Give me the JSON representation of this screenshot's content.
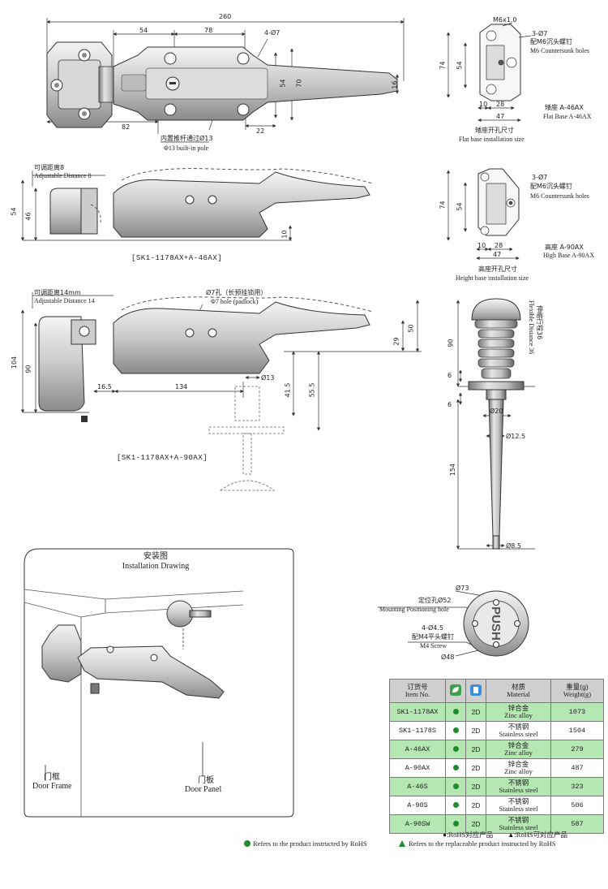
{
  "top_view": {
    "dims": {
      "overall": "260",
      "d54": "54",
      "d78": "78",
      "holes": "4-Ø7",
      "h54": "54",
      "h70": "70",
      "h16": "16",
      "d82": "82",
      "d22": "22"
    },
    "pole_cn": "内置推杆通过Ø13",
    "pole_en": "Φ13 built-in pole"
  },
  "flat_base": {
    "dims": {
      "m6": "M6x1.0",
      "h74": "74",
      "h54": "54",
      "d10": "10",
      "d28": "28",
      "d47": "47"
    },
    "holes_count": "3-Ø7",
    "holes_cn": "配M6沉头螺钉",
    "holes_en": "M6 Countersunk holes",
    "name_cn": "矮座 A-46AX",
    "name_en": "Flat Base A-46AX",
    "size_cn": "矮座开孔尺寸",
    "size_en": "Flat base installation size"
  },
  "side_a46": {
    "adj_cn": "可调距离8",
    "adj_en": "Adjustable Distance 8",
    "dims": {
      "h54": "54",
      "h46": "46",
      "h10": "10"
    },
    "model": "[SK1-1178AX+A-46AX]"
  },
  "high_base": {
    "dims": {
      "h74": "74",
      "h54": "54",
      "d10": "10",
      "d28": "28",
      "d47": "47"
    },
    "holes_count": "3-Ø7",
    "holes_cn": "配M6沉头螺钉",
    "holes_en": "M6 Countersunk holes",
    "name_cn": "高座 A-90AX",
    "name_en": "High Base A-90AX",
    "size_cn": "高座开孔尺寸",
    "size_en": "Height base installation size"
  },
  "side_a90": {
    "adj_cn": "可调距离14mm",
    "adj_en": "Adjustable Distance 14",
    "hole_cn": "Ø7孔（长预挂锁用）",
    "hole_en": "Φ7 hole (padlock)",
    "dims": {
      "h104": "104",
      "h90": "90",
      "h50": "50",
      "h29": "29",
      "d165": "16.5",
      "d134": "134",
      "d13": "Ø13",
      "h415": "41.5",
      "h555": "55.5"
    },
    "model": "[SK1-1178AX+A-90AX]"
  },
  "push_rod": {
    "flex_cn": "伸缩行程36",
    "flex_en": "Flexible Distance 36",
    "dims": {
      "h90": "90",
      "h6a": "6",
      "h6b": "6",
      "d20": "Ø20",
      "d125": "Ø12.5",
      "h154": "154",
      "d85": "Ø8.5"
    }
  },
  "push_plate": {
    "d73": "Ø73",
    "pos_cn": "定位孔Ø52",
    "pos_en": "Mounting Positioning hole",
    "screw_count": "4-Ø4.5",
    "screw_cn": "配M4平头螺钉",
    "screw_en": "M4 Screw",
    "d48": "Ø48",
    "push_text": "PUSH"
  },
  "install": {
    "title_cn": "安装图",
    "title_en": "Installation Drawing",
    "frame_cn": "门框",
    "frame_en": "Door Frame",
    "panel_cn": "门板",
    "panel_en": "Door Panel"
  },
  "table": {
    "headers": {
      "item_cn": "订货号",
      "item_en": "Item No.",
      "rohs_icon": "rohs-leaf-icon",
      "surface_icon": "surface-finish-icon",
      "material_cn": "材质",
      "material_en": "Material",
      "weight_cn": "重量(g)",
      "weight_en": "Weight(g)"
    },
    "rows": [
      {
        "item": "SK1-1178AX",
        "rohs": "●",
        "finish": "2D",
        "mat_cn": "锌合金",
        "mat_en": "Zinc alloy",
        "weight": "1073"
      },
      {
        "item": "SK1-1178S",
        "rohs": "●",
        "finish": "2D",
        "mat_cn": "不锈钢",
        "mat_en": "Stainless steel",
        "weight": "1504"
      },
      {
        "item": "A-46AX",
        "rohs": "●",
        "finish": "2D",
        "mat_cn": "锌合金",
        "mat_en": "Zinc alloy",
        "weight": "279"
      },
      {
        "item": "A-90AX",
        "rohs": "●",
        "finish": "2D",
        "mat_cn": "锌合金",
        "mat_en": "Zinc alloy",
        "weight": "487"
      },
      {
        "item": "A-46S",
        "rohs": "●",
        "finish": "2D",
        "mat_cn": "不锈钢",
        "mat_en": "Stainless steel",
        "weight": "323"
      },
      {
        "item": "A-90S",
        "rohs": "●",
        "finish": "2D",
        "mat_cn": "不锈钢",
        "mat_en": "Stainless steel",
        "weight": "506"
      },
      {
        "item": "A-90SW",
        "rohs": "●",
        "finish": "2D",
        "mat_cn": "不锈钢",
        "mat_en": "Stainless steel",
        "weight": "587"
      }
    ],
    "row_colors": {
      "green": "#b4e7b1",
      "white": "#ffffff",
      "header": "#cfcfcf"
    }
  },
  "legend": {
    "cn1": "●:RoHS对应产品",
    "cn2": "▲:RoHS可对应产品",
    "en1": "Refers to the product instructed by RoHS",
    "en2": "Refers to the replaceable product instructed by RoHS",
    "dot_color": "#1e8c2c"
  }
}
